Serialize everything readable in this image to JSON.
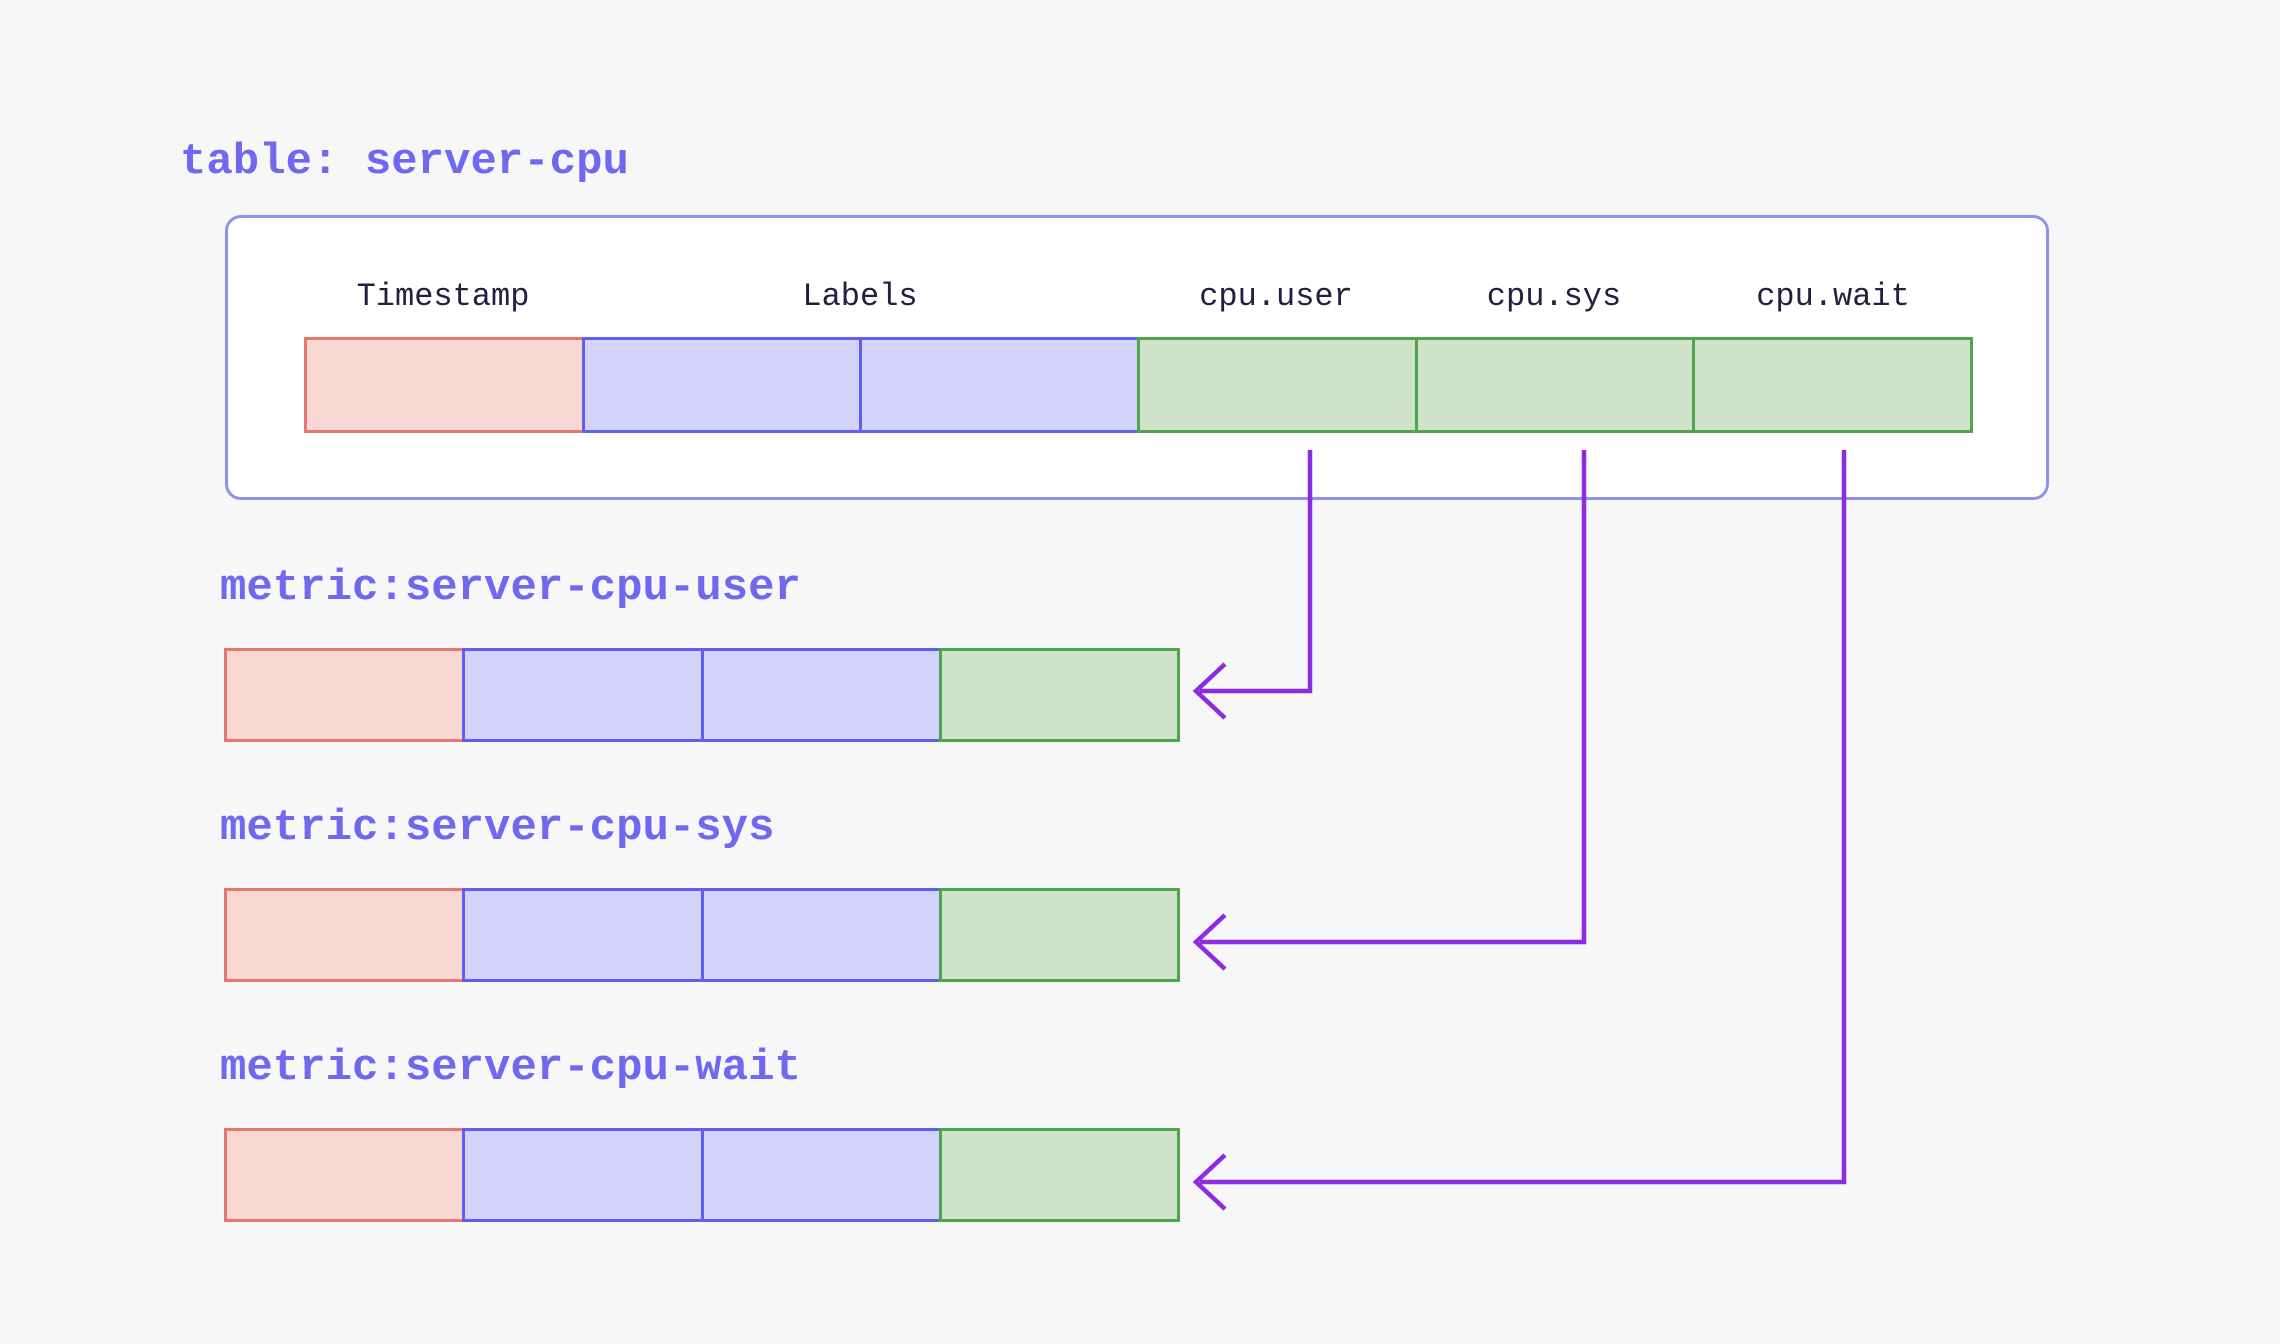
{
  "title": "table: server-cpu",
  "table": {
    "columns": [
      "Timestamp",
      "Labels",
      "cpu.user",
      "cpu.sys",
      "cpu.wait"
    ],
    "cells": [
      "timestamp",
      "labels",
      "labels",
      "field",
      "field",
      "field"
    ]
  },
  "metrics": [
    {
      "label": "metric:server-cpu-user",
      "cells": [
        "timestamp",
        "labels",
        "labels",
        "field"
      ]
    },
    {
      "label": "metric:server-cpu-sys",
      "cells": [
        "timestamp",
        "labels",
        "labels",
        "field"
      ]
    },
    {
      "label": "metric:server-cpu-wait",
      "cells": [
        "timestamp",
        "labels",
        "labels",
        "field"
      ]
    }
  ],
  "legend": {
    "timestamp_column": "timestamp",
    "labels_column": "labels",
    "field_column": "field"
  },
  "colors": {
    "background": "#f7f7f8",
    "title_text": "#6e69ef",
    "header_text": "#23203f",
    "box_border": "#9090f0",
    "timestamp_fill": "#f8d7d4",
    "timestamp_border": "#e4796f",
    "labels_fill": "#d2d2fa",
    "labels_border": "#5f5ff2",
    "field_fill": "#cfe3cb",
    "field_border": "#4fa44f",
    "arrow": "#8b2be2"
  }
}
